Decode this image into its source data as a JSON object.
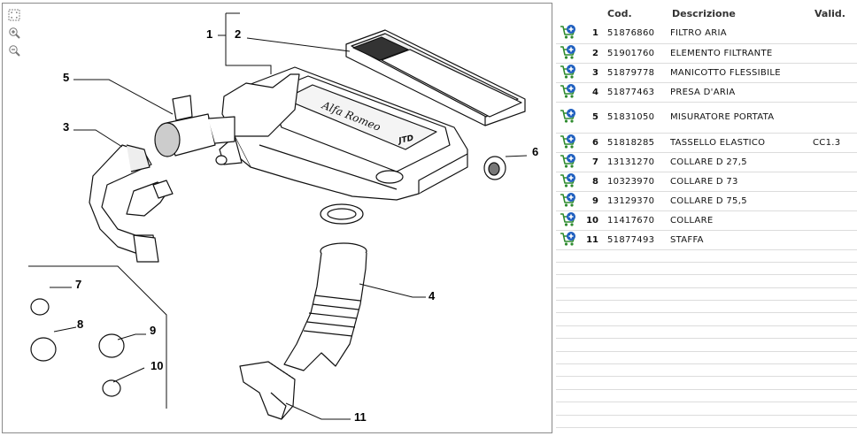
{
  "diagram": {
    "callouts": [
      "1",
      "2",
      "3",
      "4",
      "5",
      "6",
      "7",
      "8",
      "9",
      "10",
      "11"
    ],
    "tools": [
      "fit-icon",
      "zoom-in-icon",
      "zoom-out-icon"
    ],
    "brand_marks": [
      "Alfa Romeo",
      "JTD"
    ]
  },
  "table": {
    "headers": {
      "pos": "",
      "cod": "Cod.",
      "desc": "Descrizione",
      "valid": "Valid."
    },
    "rows": [
      {
        "pos": "1",
        "cod": "51876860",
        "desc": "FILTRO ARIA",
        "valid": ""
      },
      {
        "pos": "2",
        "cod": "51901760",
        "desc": "ELEMENTO FILTRANTE",
        "valid": ""
      },
      {
        "pos": "3",
        "cod": "51879778",
        "desc": "MANICOTTO FLESSIBILE",
        "valid": ""
      },
      {
        "pos": "4",
        "cod": "51877463",
        "desc": "PRESA D'ARIA",
        "valid": ""
      },
      {
        "pos": "5",
        "cod": "51831050",
        "desc": "MISURATORE PORTATA",
        "valid": ""
      },
      {
        "pos": "6",
        "cod": "51818285",
        "desc": "TASSELLO ELASTICO",
        "valid": "CC1.3"
      },
      {
        "pos": "7",
        "cod": "13131270",
        "desc": "COLLARE D 27,5",
        "valid": ""
      },
      {
        "pos": "8",
        "cod": "10323970",
        "desc": "COLLARE D 73",
        "valid": ""
      },
      {
        "pos": "9",
        "cod": "13129370",
        "desc": "COLLARE D 75,5",
        "valid": ""
      },
      {
        "pos": "10",
        "cod": "11417670",
        "desc": "COLLARE",
        "valid": ""
      },
      {
        "pos": "11",
        "cod": "51877493",
        "desc": "STAFFA",
        "valid": ""
      }
    ]
  },
  "colors": {
    "cart_green": "#2e8b2e",
    "cart_blue": "#1f5fbf",
    "line": "#dcdcdc"
  }
}
